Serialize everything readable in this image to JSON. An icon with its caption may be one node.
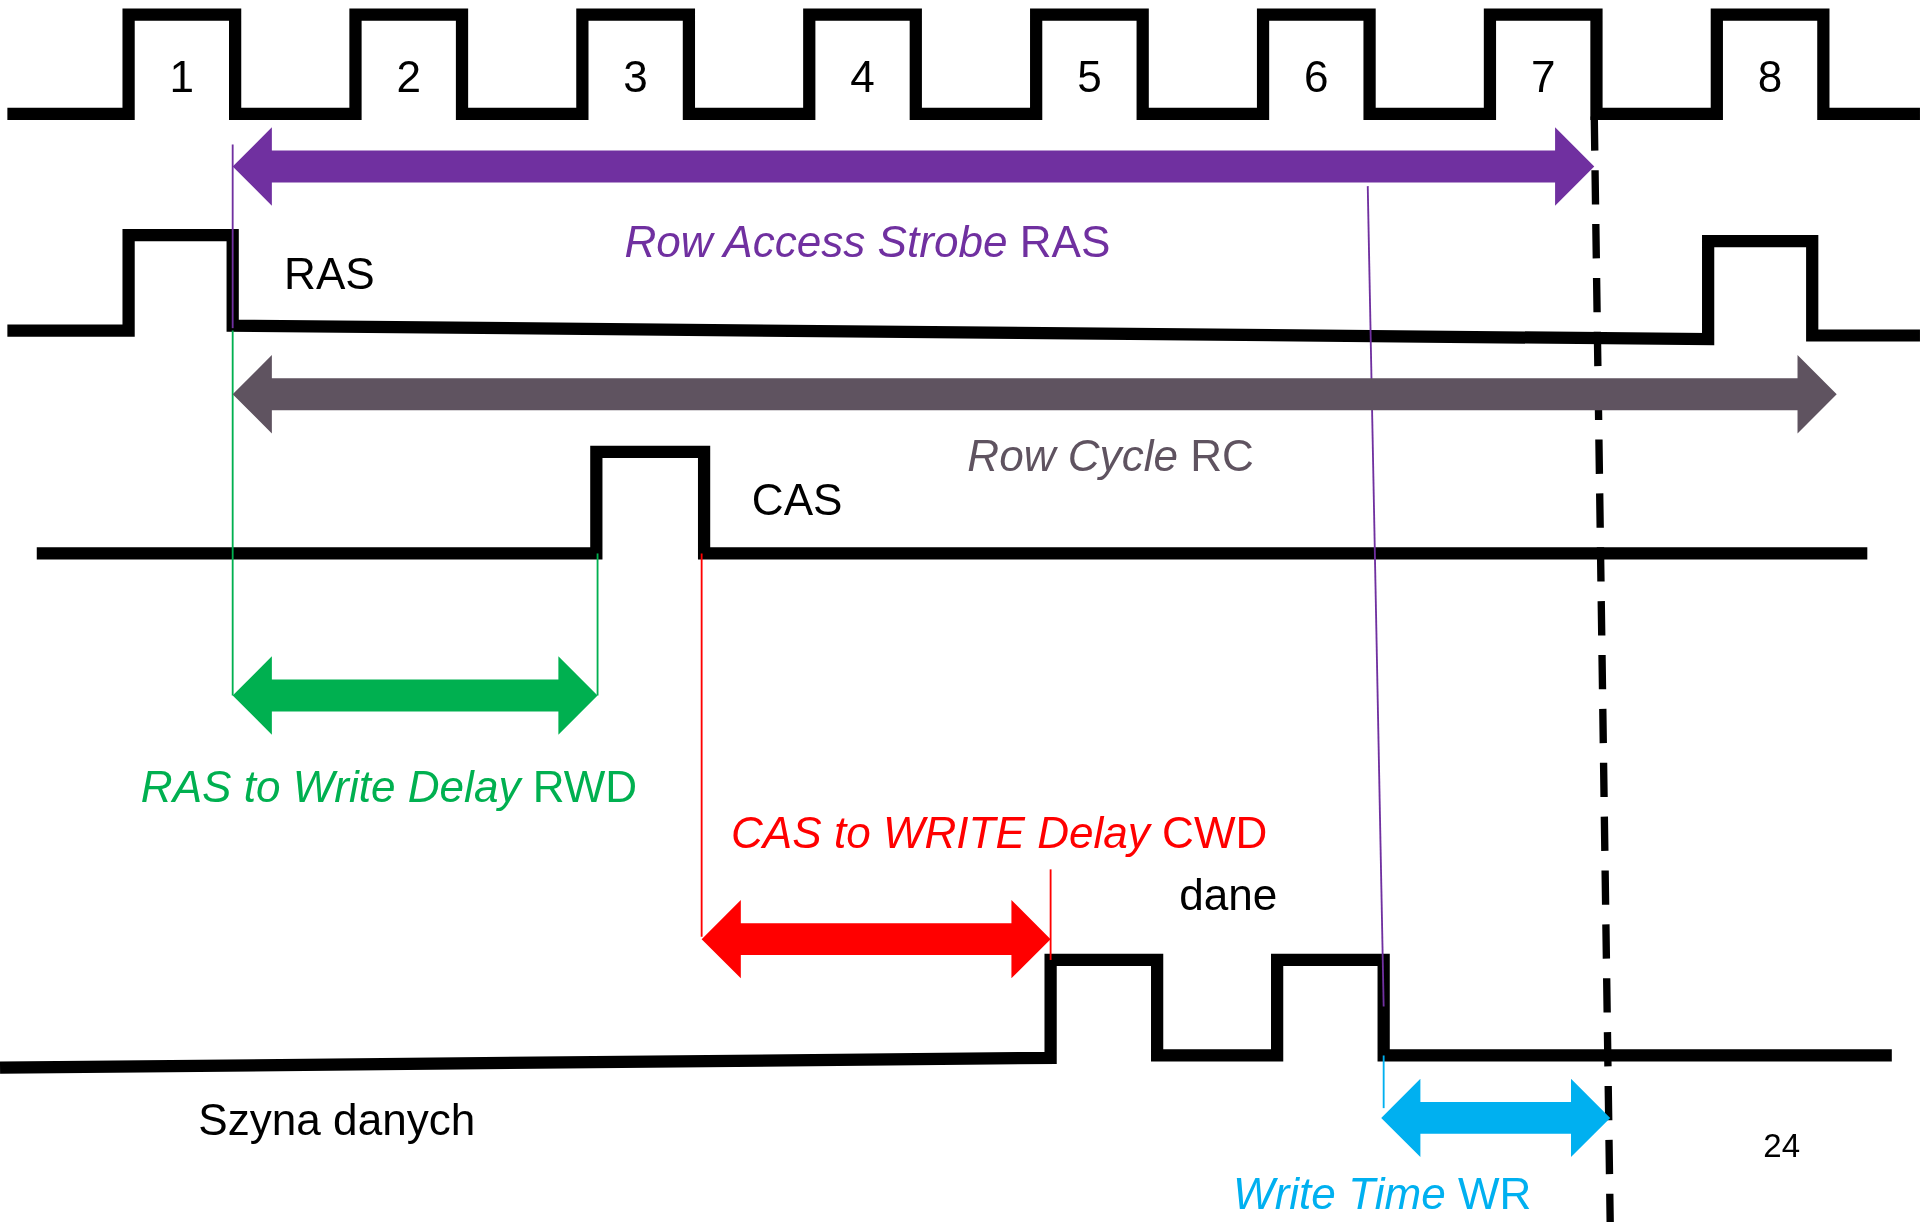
{
  "diagram": {
    "labels": [
      "1",
      "2",
      "3",
      "4",
      "5",
      "6",
      "7",
      "8",
      "*Row Access Strobe* RAS",
      "RAS",
      "*Row Cycle* RC",
      "CAS",
      "*RAS to Write Delay* RWD",
      "*CAS to WRITE Delay* CWD",
      "dane",
      "Szyna danych",
      "24",
      "*Write Time* WR"
    ]
  }
}
